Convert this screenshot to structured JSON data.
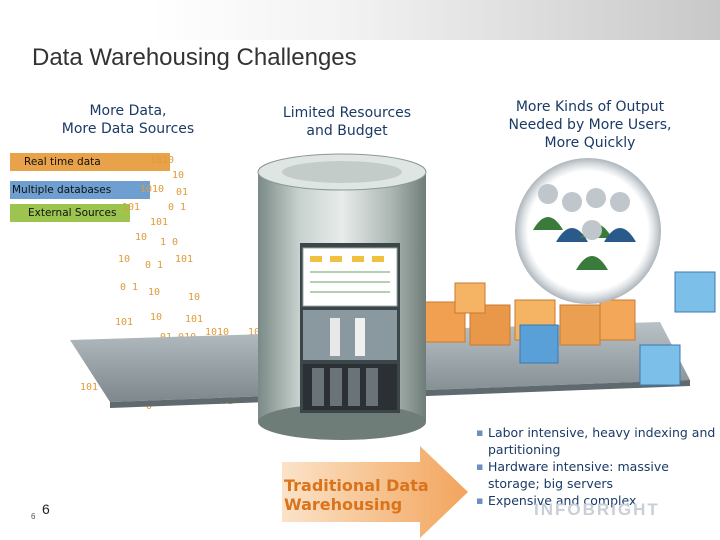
{
  "slide": {
    "title": "Data Warehousing Challenges",
    "columns": [
      {
        "line1": "More Data,",
        "line2": "More Data Sources"
      },
      {
        "line1": "Limited Resources",
        "line2": "and Budget"
      },
      {
        "line1": "More Kinds of Output",
        "line2": "Needed by More Users,",
        "line3": "More Quickly"
      }
    ],
    "sources": [
      "Real time data",
      "Multiple databases",
      "External Sources"
    ],
    "warehouse_label": {
      "line1": "Traditional Data",
      "line2": "Warehousing"
    },
    "bullets": [
      "Labor intensive, heavy indexing and partitioning",
      "Hardware intensive: massive storage; big servers",
      "Expensive and complex"
    ],
    "logo": "INFOBRIGHT",
    "page_number": "6",
    "page_number_small": "6",
    "colors": {
      "title": "#333333",
      "heading": "#1a3a66",
      "accent_orange": "#d9731c",
      "bits": "#e09a3a",
      "user_green": "#3a7a3a",
      "user_blue": "#2a5a8a"
    }
  }
}
